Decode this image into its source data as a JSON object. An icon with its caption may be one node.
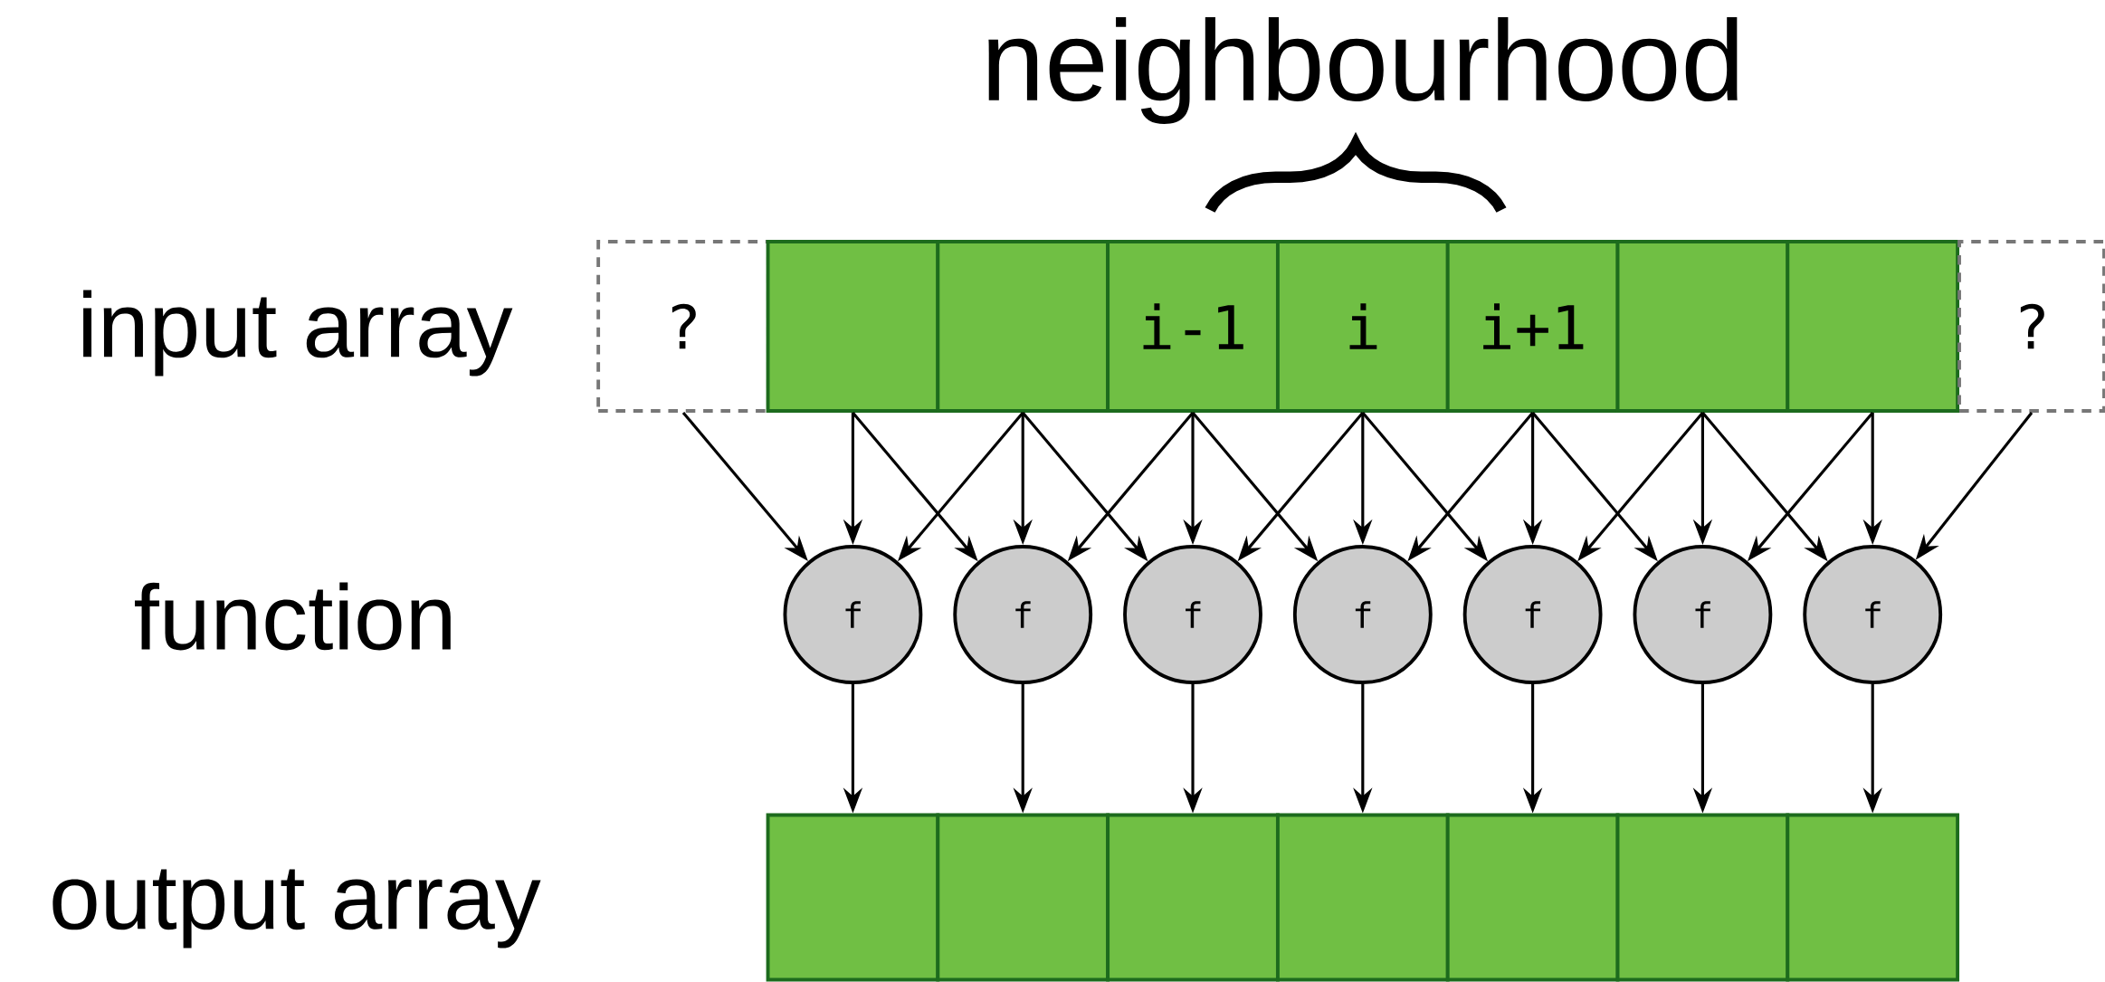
{
  "diagram": {
    "nodes": [
      {
        "text": [
          "?"
        ]
      },
      {
        "text": [],
        "shape": "box"
      },
      {
        "text": [],
        "shape": "box"
      },
      {
        "text": [
          "i-1"
        ]
      },
      {
        "text": [
          "i"
        ]
      },
      {
        "text": [
          "i+1"
        ]
      },
      {
        "text": [],
        "shape": "box"
      },
      {
        "text": [],
        "shape": "box"
      },
      {
        "text": [
          "?"
        ]
      },
      {
        "text": [
          "f"
        ]
      },
      {
        "text": [
          "f"
        ]
      },
      {
        "text": [
          "f"
        ]
      },
      {
        "text": [
          "f"
        ]
      },
      {
        "text": [
          "f"
        ]
      },
      {
        "text": [
          "f"
        ]
      },
      {
        "text": [
          "f"
        ]
      },
      {
        "text": [],
        "shape": "box"
      },
      {
        "text": [],
        "shape": "box"
      },
      {
        "text": [],
        "shape": "box"
      },
      {
        "text": [],
        "shape": "box"
      },
      {
        "text": [],
        "shape": "box"
      },
      {
        "text": [],
        "shape": "box"
      },
      {
        "text": [],
        "shape": "box"
      }
    ],
    "edges": [
      {
        "from": 0,
        "to": 9,
        "arrow": "to"
      },
      {
        "from": 1,
        "to": 9,
        "arrow": "to"
      },
      {
        "from": 2,
        "to": 9,
        "arrow": "to"
      },
      {
        "from": 1,
        "to": 10,
        "arrow": "to"
      },
      {
        "from": 2,
        "to": 10,
        "arrow": "to"
      },
      {
        "from": 3,
        "to": 10,
        "arrow": "to"
      },
      {
        "from": 2,
        "to": 11,
        "arrow": "to"
      },
      {
        "from": 3,
        "to": 11,
        "arrow": "to"
      },
      {
        "from": 4,
        "to": 11,
        "arrow": "to"
      },
      {
        "from": 3,
        "to": 12,
        "arrow": "to"
      },
      {
        "from": 4,
        "to": 12,
        "arrow": "to"
      },
      {
        "from": 5,
        "to": 12,
        "arrow": "to"
      },
      {
        "from": 4,
        "to": 13,
        "arrow": "to"
      },
      {
        "from": 5,
        "to": 13,
        "arrow": "to"
      },
      {
        "from": 6,
        "to": 13,
        "arrow": "to"
      },
      {
        "from": 5,
        "to": 14,
        "arrow": "to"
      },
      {
        "from": 6,
        "to": 14,
        "arrow": "to"
      },
      {
        "from": 7,
        "to": 14,
        "arrow": "to"
      },
      {
        "from": 6,
        "to": 15,
        "arrow": "to"
      },
      {
        "from": 7,
        "to": 15,
        "arrow": "to"
      },
      {
        "from": 8,
        "to": 15,
        "arrow": "to"
      },
      {
        "from": 9,
        "to": 16,
        "arrow": "to"
      },
      {
        "from": 10,
        "to": 17,
        "arrow": "to"
      },
      {
        "from": 11,
        "to": 18,
        "arrow": "to"
      },
      {
        "from": 12,
        "to": 19,
        "arrow": "to"
      },
      {
        "from": 13,
        "to": 20,
        "arrow": "to"
      },
      {
        "from": 14,
        "to": 21,
        "arrow": "to"
      },
      {
        "from": 15,
        "to": 22,
        "arrow": "to"
      }
    ],
    "labels": [
      "neighbourhood",
      "input array",
      "function",
      "output array"
    ]
  }
}
